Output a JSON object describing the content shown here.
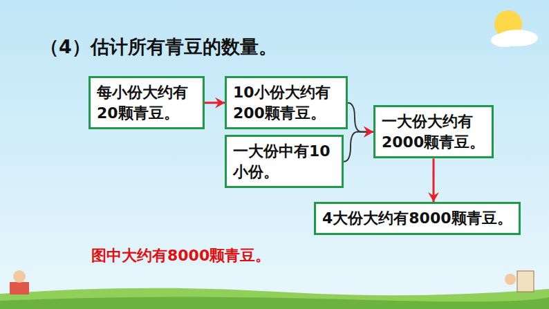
{
  "diagram": {
    "title": "（4）估计所有青豆的数量。",
    "nodes": [
      {
        "text": [
          "每小份大约有20颗青豆。"
        ]
      },
      {
        "text": [
          "10小份大约有200颗青豆。"
        ]
      },
      {
        "text": [
          "一大份中有10小份。"
        ]
      },
      {
        "text": [
          "一大份大约有2000颗青豆。"
        ]
      },
      {
        "text": [
          "4大份大约有8000颗青豆。"
        ]
      }
    ],
    "edges": [
      {
        "from": 0,
        "to": 1,
        "arrow": "to"
      },
      {
        "from": 1,
        "to": 3,
        "arrow": "to"
      },
      {
        "from": 2,
        "to": 3,
        "arrow": "to"
      },
      {
        "from": 3,
        "to": 4,
        "arrow": "to"
      }
    ],
    "labels": [
      "图中大约有8000颗青豆。"
    ]
  }
}
